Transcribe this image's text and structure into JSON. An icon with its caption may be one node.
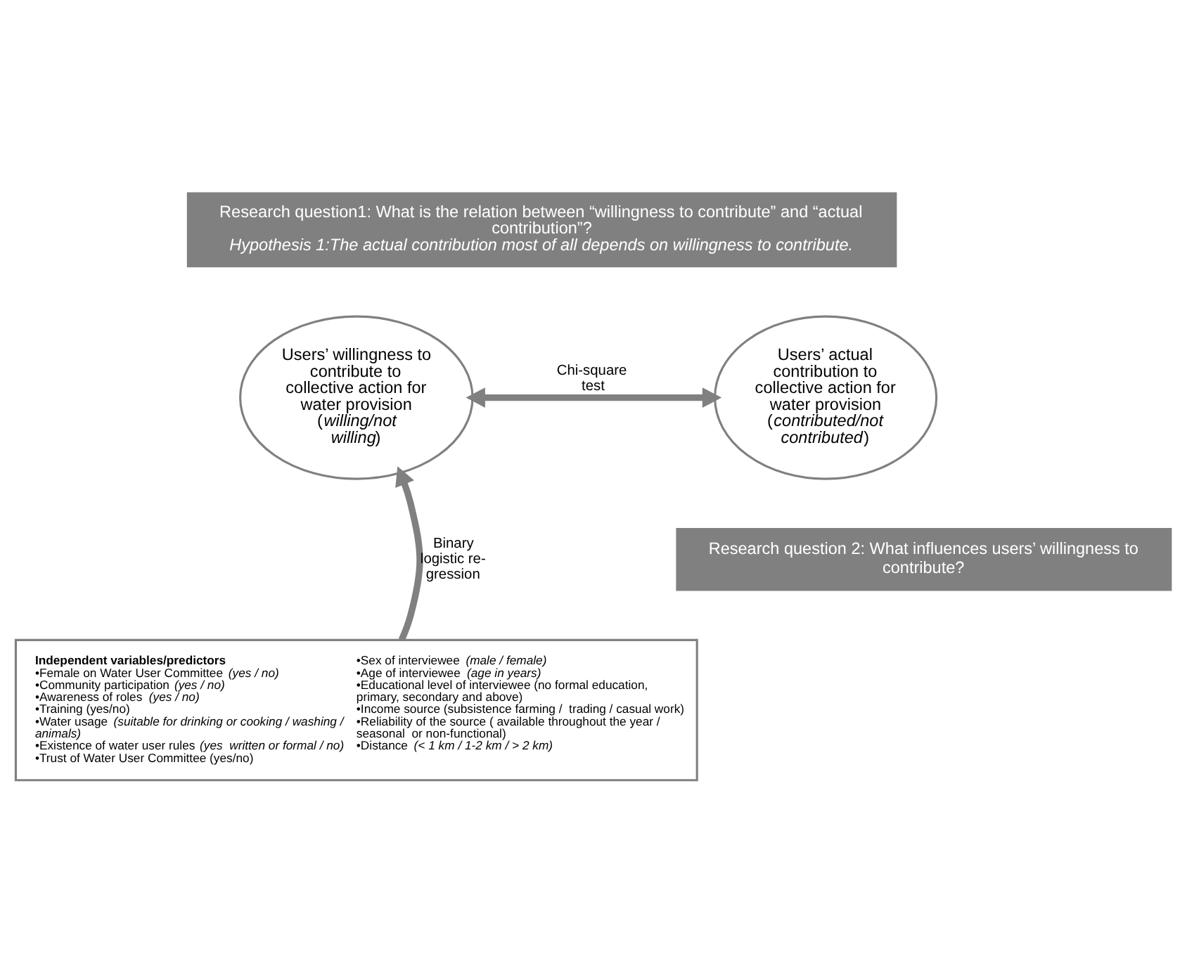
{
  "diagram": {
    "nodes": [
      {
        "text": [
          "Research question1: What is the relation between “willingness to contribute” and “actual contribution”?",
          "*Hypothesis 1:The actual contribution most of all depends on willingness to contribute.*"
        ]
      },
      {
        "text": [
          "Users’ willingness to contribute to collective action for water provision (*willing/not willing*)"
        ]
      },
      {
        "text": [
          "Users’ actual contribution to collective action for water provision (*contributed/not contributed*)"
        ]
      },
      {
        "text": [
          "Research question 2: What influences users’ willingness to contribute?"
        ]
      },
      {
        "text": [
          "**Independent variables/predictors**",
          "•Female on Water User Committee *(yes / no)*",
          "•Community participation *(yes / no)*",
          "•Awareness of roles *(yes / no)*",
          "•Training (yes/no)",
          "•Water usage *(suitable for drinking or cooking / washing / animals)*",
          "•Existence of water user rules *(yes  written or formal / no)*",
          "•Trust of Water User Committee (yes/no)",
          "•Sex of interviewee *(male / female)*",
          "•Age of interviewee *(age in years)*",
          "•Educational level of interviewee (no formal education, primary, secondary and above)",
          "•Income source (subsistence farming /  trading / casual work)",
          "•Reliability of the source ( available throughout the year / seasonal  or non-functional)",
          "•Distance *(< 1 km / 1-2 km / > 2 km)*"
        ]
      }
    ],
    "edges": [
      {
        "from": 1,
        "to": 2,
        "arrow": "both",
        "label": "Chi-square test"
      },
      {
        "from": 4,
        "to": 1,
        "arrow": "to",
        "label": "Binary logistic re- gression"
      }
    ]
  }
}
